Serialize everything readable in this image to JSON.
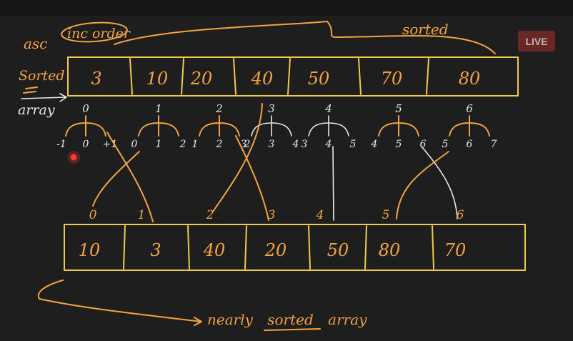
{
  "live_badge": "LIVE",
  "labels": {
    "asc": "asc",
    "inc_order": "inc order",
    "sorted": "sorted",
    "sorted_array_1": "Sorted",
    "sorted_array_2": "array",
    "nearly_sorted_array": "nearly sorted array"
  },
  "top_array": {
    "values": [
      "3",
      "10",
      "20",
      "40",
      "50",
      "70",
      "80"
    ],
    "indices": [
      "0",
      "1",
      "2",
      "3",
      "4",
      "5",
      "6"
    ],
    "neighbor_indices": [
      [
        "-1",
        "0",
        "+1"
      ],
      [
        "0",
        "1",
        "2"
      ],
      [
        "1",
        "2",
        "3"
      ],
      [
        "2",
        "3",
        "4"
      ],
      [
        "3",
        "4",
        "5"
      ],
      [
        "4",
        "5",
        "6"
      ],
      [
        "5",
        "6",
        "7"
      ]
    ]
  },
  "bottom_array": {
    "values": [
      "10",
      "3",
      "40",
      "20",
      "50",
      "80",
      "70"
    ],
    "indices": [
      "0",
      "1",
      "2",
      "3",
      "4",
      "5",
      "6"
    ]
  },
  "colors": {
    "background": "#1e1e1e",
    "ink_orange": "#f4a340",
    "ink_white": "#e8e8e8",
    "box_yellow": "#f2c94c",
    "live_badge_bg": "#6b2626",
    "pointer_red": "#ff3b30"
  }
}
